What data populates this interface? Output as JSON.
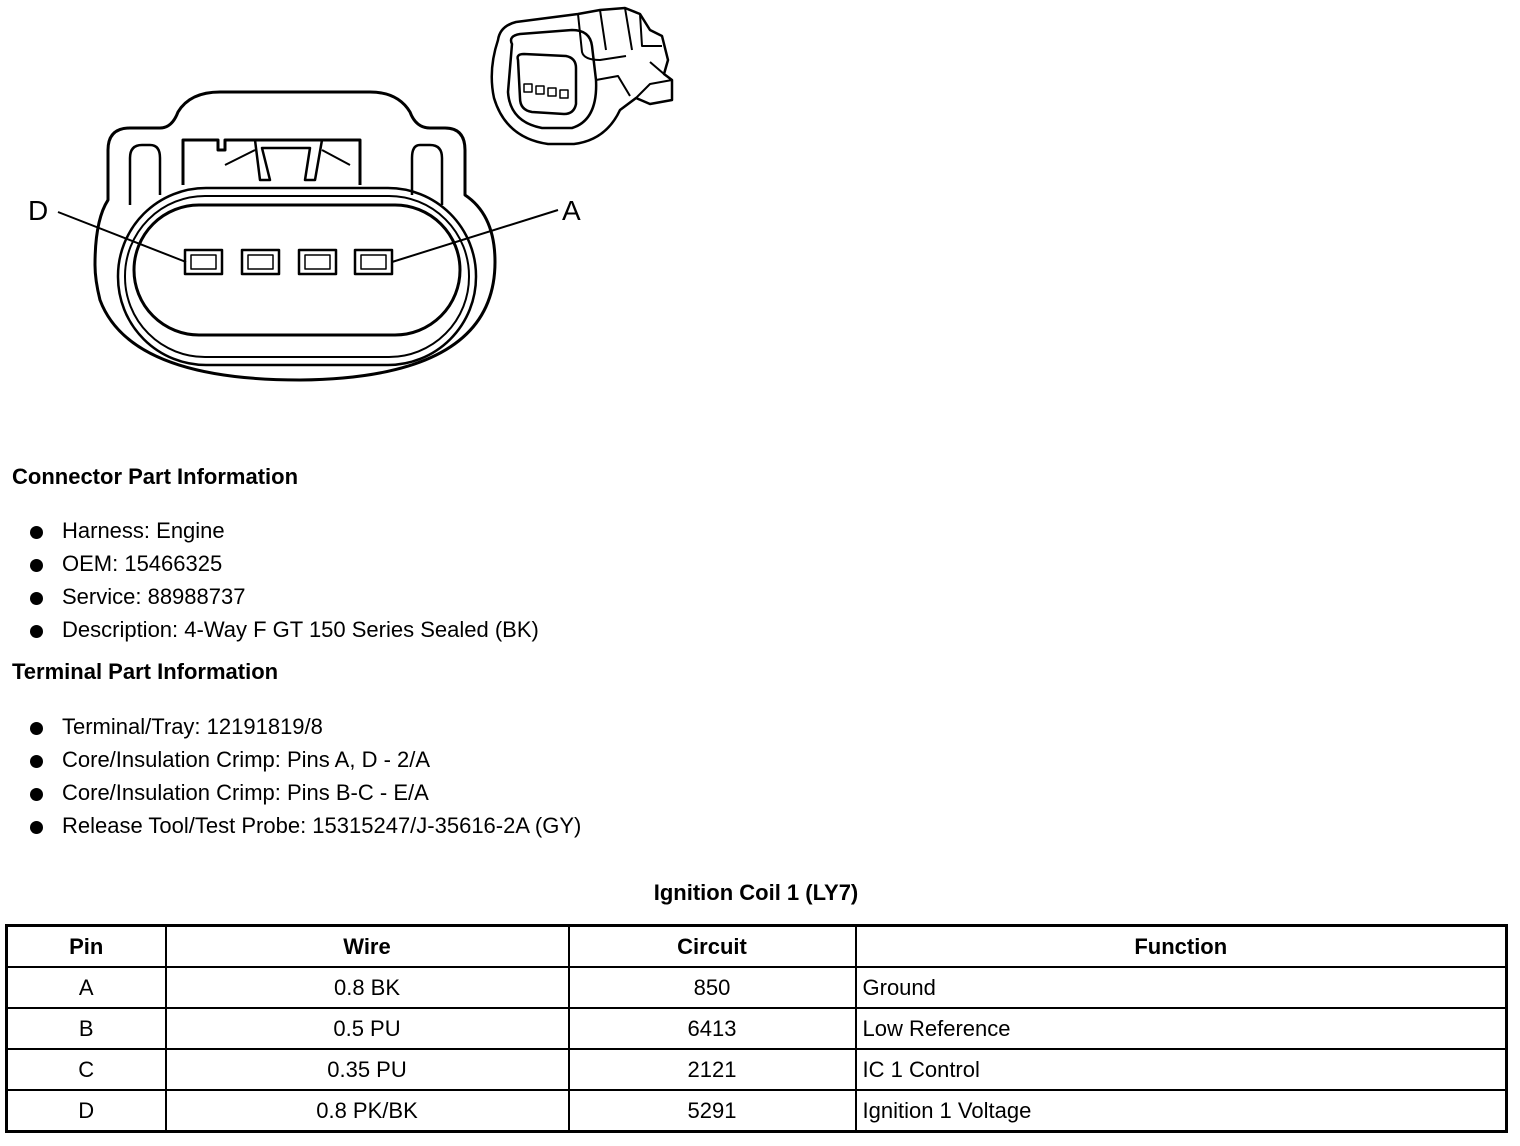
{
  "figure": {
    "pin_labels": {
      "left": "D",
      "right": "A"
    }
  },
  "connector_info": {
    "title": "Connector Part Information",
    "items": [
      "Harness: Engine",
      "OEM: 15466325",
      "Service: 88988737",
      "Description: 4-Way F GT 150 Series Sealed (BK)"
    ]
  },
  "terminal_info": {
    "title": "Terminal Part Information",
    "items": [
      "Terminal/Tray: 12191819/8",
      "Core/Insulation Crimp: Pins A, D - 2/A",
      "Core/Insulation Crimp: Pins B-C - E/A",
      "Release Tool/Test Probe: 15315247/J-35616-2A (GY)"
    ]
  },
  "table": {
    "caption": "Ignition Coil 1 (LY7)",
    "headers": [
      "Pin",
      "Wire",
      "Circuit",
      "Function"
    ],
    "rows": [
      [
        "A",
        "0.8 BK",
        "850",
        "Ground"
      ],
      [
        "B",
        "0.5 PU",
        "6413",
        "Low Reference"
      ],
      [
        "C",
        "0.35 PU",
        "2121",
        "IC 1 Control"
      ],
      [
        "D",
        "0.8 PK/BK",
        "5291",
        "Ignition 1 Voltage"
      ]
    ]
  }
}
